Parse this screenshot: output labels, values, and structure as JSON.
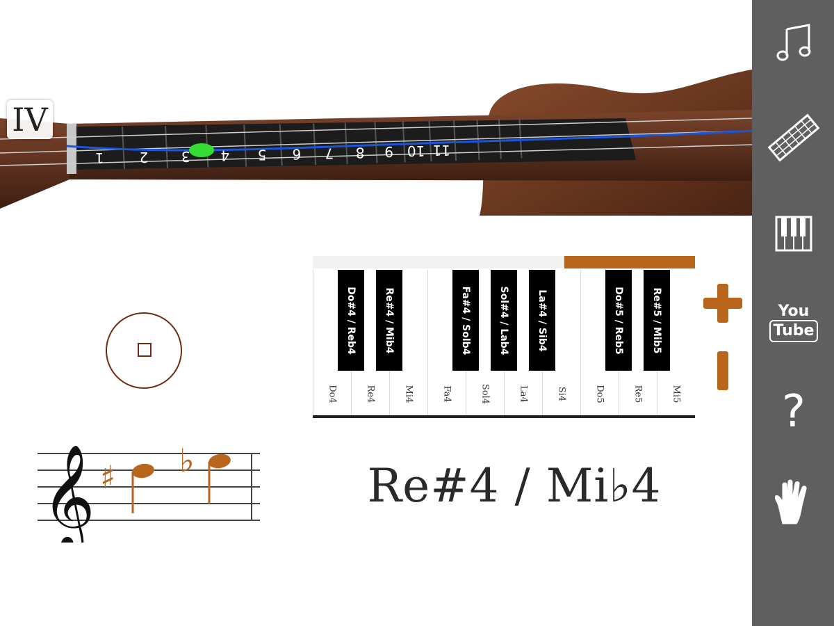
{
  "string_indicator": "IV",
  "fret_numbers": [
    "1",
    "2",
    "3",
    "4",
    "5",
    "6",
    "7",
    "8",
    "9",
    "10",
    "11"
  ],
  "colors": {
    "accent": "#b8661c",
    "sidebar": "#5f5f5f",
    "wood": "#6b3a22",
    "highlight": "#33dd33",
    "string_line": "#1a55dd"
  },
  "sidebar": {
    "items": [
      {
        "name": "song-icon"
      },
      {
        "name": "fretboard-icon"
      },
      {
        "name": "piano-icon"
      },
      {
        "name": "youtube-icon",
        "label_top": "You",
        "label_bottom": "Tube"
      },
      {
        "name": "help-icon",
        "label": "?"
      },
      {
        "name": "hand-icon"
      }
    ]
  },
  "keyboard": {
    "white_keys": [
      "Do4",
      "Re4",
      "Mi4",
      "Fa4",
      "Sol4",
      "La4",
      "Si4",
      "Do5",
      "Re5",
      "Mi5"
    ],
    "black_keys": [
      "Do#4 / Reb4",
      "Re#4 / Mib4",
      "Fa#4 / Solb4",
      "Sol#4 / Lab4",
      "La#4 / Sib4",
      "Do#5 / Reb5",
      "Re#5 / Mib5"
    ]
  },
  "zoom": {
    "plus_label": "+",
    "minus_label": "−"
  },
  "staff": {
    "sharp_symbol": "♯",
    "flat_symbol": "♭",
    "clef_symbol": "𝄞"
  },
  "current_note": "Re#4 / Mi♭4"
}
